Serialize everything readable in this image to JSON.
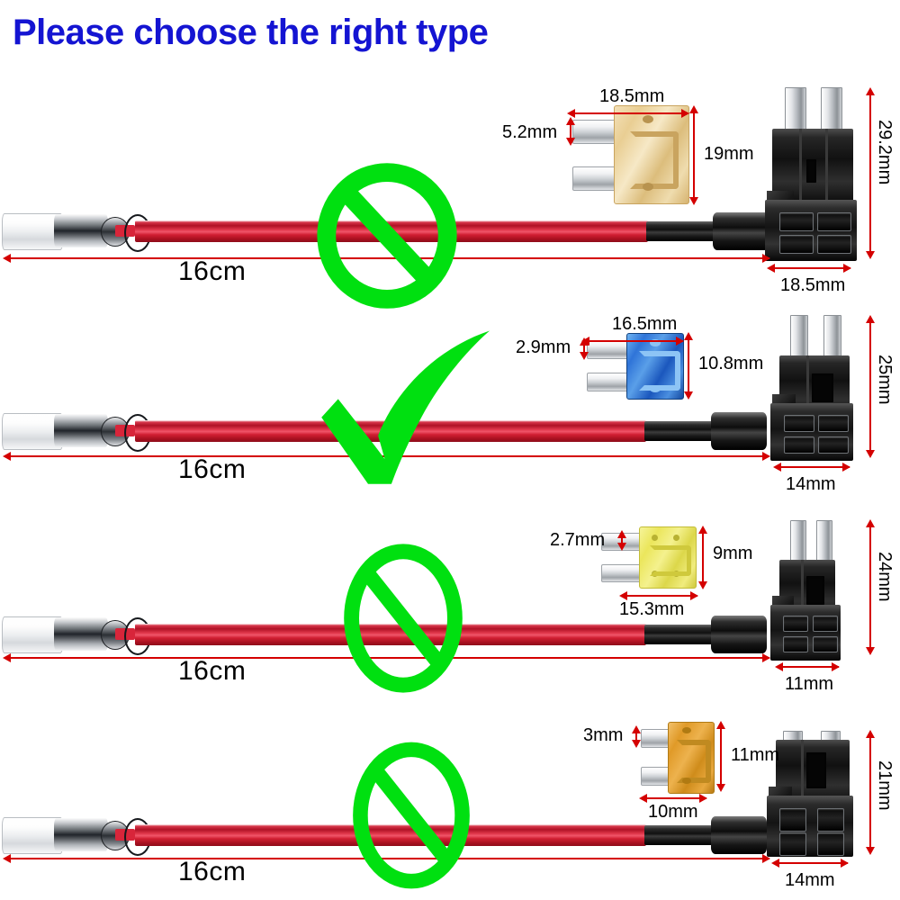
{
  "title": "Please choose the right type",
  "title_color": "#1414d2",
  "accent": {
    "dimension_red": "#d40000",
    "mark_green": "#00e010",
    "wire_red": "#d8253a"
  },
  "wire_length_label": "16cm",
  "marks": {
    "prohibited_name": "prohibited-icon",
    "approved_name": "checkmark-icon"
  },
  "rows": [
    {
      "id": "row-standard-ato",
      "mark": "prohibited",
      "wire_label": "16cm",
      "fuse": {
        "color": "tan",
        "width_label": "18.5mm",
        "height_label": "19mm",
        "blade_label": "5.2mm"
      },
      "holder": {
        "height_label": "29.2mm",
        "width_label": "18.5mm"
      }
    },
    {
      "id": "row-mini-atm",
      "mark": "approved",
      "wire_label": "16cm",
      "fuse": {
        "color": "blue",
        "width_label": "16.5mm",
        "height_label": "10.8mm",
        "blade_label": "2.9mm"
      },
      "holder": {
        "height_label": "25mm",
        "width_label": "14mm"
      }
    },
    {
      "id": "row-micro2",
      "mark": "prohibited",
      "wire_label": "16cm",
      "fuse": {
        "color": "yellow",
        "width_label": "15.3mm",
        "height_label": "9mm",
        "blade_label": "2.7mm"
      },
      "holder": {
        "height_label": "24mm",
        "width_label": "11mm"
      }
    },
    {
      "id": "row-low-profile-mini",
      "mark": "prohibited",
      "wire_label": "16cm",
      "fuse": {
        "color": "orange",
        "width_label": "10mm",
        "height_label": "11mm",
        "blade_label": "3mm"
      },
      "holder": {
        "height_label": "21mm",
        "width_label": "14mm"
      }
    }
  ]
}
